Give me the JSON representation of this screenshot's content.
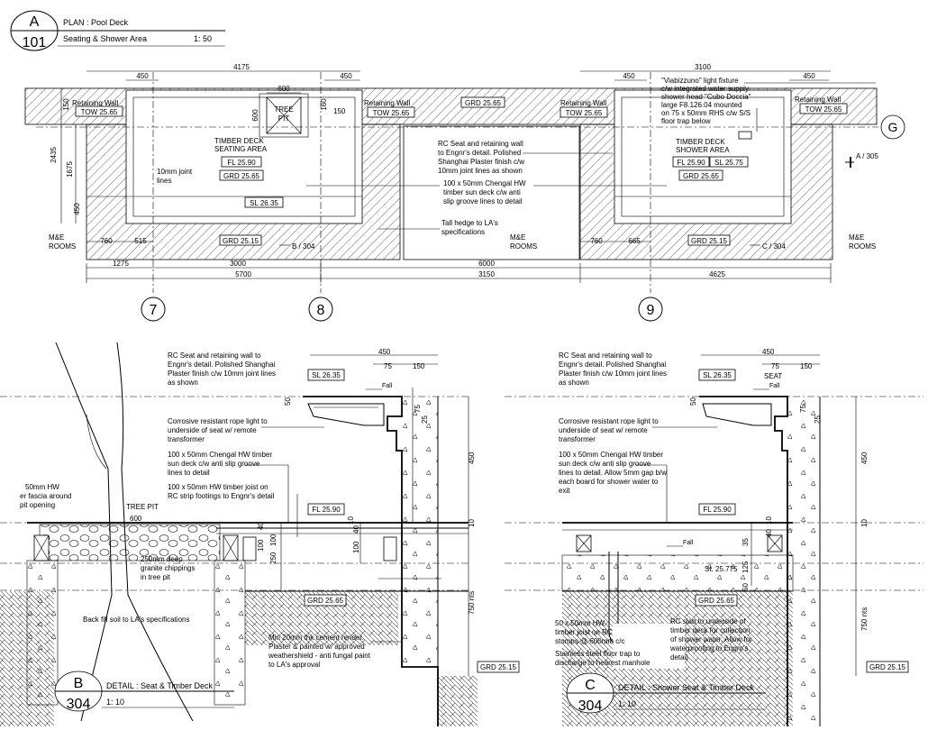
{
  "title_blocks": [
    {
      "letter": "A",
      "number": "101",
      "line1": "PLAN : Pool Deck",
      "line2": "Seating & Shower Area",
      "scale": "1: 50"
    },
    {
      "letter": "B",
      "number": "304",
      "line1": "DETAIL : Seat & Timber Deck",
      "scale": "1: 10"
    },
    {
      "letter": "C",
      "number": "304",
      "line1": "DETAIL : Shower Seat & Timber Deck",
      "scale": "1: 10"
    }
  ],
  "grid_bubbles": [
    "7",
    "8",
    "9",
    "G"
  ],
  "plan": {
    "dims_top": [
      "4175",
      "450",
      "600",
      "450",
      "3100",
      "450",
      "450"
    ],
    "dims_bottom_row1": [
      "1275",
      "3000",
      "6000"
    ],
    "dims_bottom_row2": [
      "5700",
      "3150",
      "4625"
    ],
    "dims_inner": [
      "760",
      "515",
      "760",
      "665"
    ],
    "dims_left": [
      "2435",
      "1675",
      "450",
      "150"
    ],
    "dims_misc": [
      "600",
      "150",
      "160"
    ],
    "tags": [
      "TOW 25.65",
      "TOW 25.65",
      "TOW 25.65",
      "TOW 25.65",
      "GRD 25.65",
      "FL 25.90",
      "GRD 25.65",
      "SL 26.35",
      "GRD 25.15",
      "FL 25.90",
      "SL 25.75",
      "GRD 25.65",
      "GRD 25.15"
    ],
    "labels": {
      "retaining_wall": "Retaining Wall",
      "tree_pit_1": "TREE",
      "tree_pit_2": "PIT",
      "timber_deck_1": "TIMBER DECK",
      "seating_area": "SEATING AREA",
      "shower_area": "SHOWER AREA",
      "joint_1": "10mm joint",
      "joint_2": "lines",
      "me_1": "M&E",
      "me_2": "ROOMS",
      "section_b": "B / 304",
      "section_c": "C / 304",
      "section_a": "A / 305"
    },
    "note_rc": [
      "RC Seat and retaining wall",
      "to Engnr's detail. Polished",
      "Shanghai Plaster finish c/w",
      "10mm joint lines as shown"
    ],
    "note_timber": [
      "100 x 50mm Chengal HW",
      "timber sun deck c/w  anti",
      "slip groove lines to detail"
    ],
    "note_hedge": [
      "Tall hedge to LA's",
      "specifications"
    ],
    "note_light": [
      "\"Viabizzuno\" light fixture",
      "c/w integrated water supply",
      "shower head \"Cubo Doccia\"",
      "large F8.126.04 mounted",
      "on 75 x 50mm RHS c/w S/S",
      "floor trap below"
    ]
  },
  "detail_b": {
    "notes": {
      "rc": [
        "RC Seat and retaining wall to",
        "Engnr's detail. Polished Shanghai",
        "Plaster finish c/w 10mm joint lines",
        "as shown"
      ],
      "rope": [
        "Corrosive resistant rope light to",
        "underside of seat w/ remote",
        "transformer"
      ],
      "deck": [
        "100 x 50mm Chengal HW timber",
        "sun deck c/w  anti slip groove",
        "lines to detail"
      ],
      "joist": [
        "100 x 50mm HW timber joist on",
        "RC strip footings to Engnr's detail"
      ],
      "fascia": [
        "50mm HW",
        "er fascia around",
        "pit opening"
      ],
      "tree_pit": "TREE PIT",
      "granite": [
        "250mm deep",
        "granite chippings",
        "in tree pit"
      ],
      "backfill": "Back fill soil to LA's specifications",
      "render": [
        "Min 20mm thk cement render.",
        "Plaster & painted w/ approved",
        "weathershield - anti fungal paint",
        "to LA's approval"
      ]
    },
    "tags": [
      "SL 26.35",
      "FL 25.90",
      "GRD 25.65",
      "GRD 25.15"
    ],
    "dims": [
      "450",
      "75",
      "150",
      "50",
      "75",
      "25",
      "450",
      "10",
      "100",
      "40",
      "250",
      "100",
      "40",
      "10",
      "100",
      "750 nts",
      "600"
    ],
    "fall": "Fall"
  },
  "detail_c": {
    "notes": {
      "rc": [
        "RC Seat and retaining wall to",
        "Engnr's detail. Polished Shanghai",
        "Plaster finish c/w 10mm joint lines",
        "as shown"
      ],
      "rope": [
        "Corrosive resistant rope light to",
        "underside of seat w/ remote",
        "transformer"
      ],
      "deck": [
        "100 x 50mm Chengal HW timber",
        "sun deck c/w  anti slip groove",
        "lines to detail. Allow 5mm gap b/w",
        "each board for shower water to",
        "exit"
      ],
      "seat": "SEAT",
      "st": "St. 25.775",
      "joist": [
        "50 x 50mm HW",
        "timber joist on RC",
        "stumps @ 600mm c/c"
      ],
      "trap": [
        "Stainless steel floor trap to",
        "discharge to nearest manhole"
      ],
      "slab": [
        "RC slab to underside of",
        "timber deck for collection",
        "of shower water. Allow for",
        "waterproofing to Engnr's",
        "detail"
      ]
    },
    "tags": [
      "SL 26.35",
      "FL 25.90",
      "GRD 25.65",
      "GRD 25.15"
    ],
    "dims": [
      "450",
      "75",
      "150",
      "50",
      "75",
      "25",
      "450",
      "10",
      "10",
      "35",
      "40",
      "125",
      "50",
      "750 nts"
    ],
    "fall": "Fall"
  }
}
